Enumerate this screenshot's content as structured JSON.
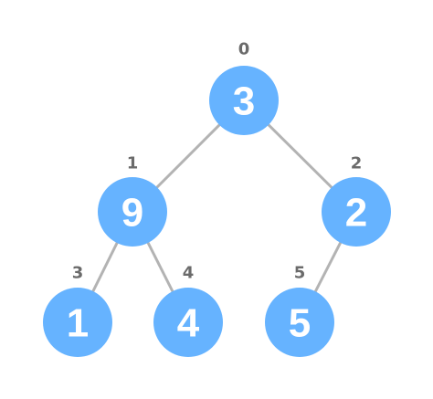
{
  "colors": {
    "node_fill": "#66b3ff",
    "edge": "#b3b3b3",
    "index_text": "#6b6b6b",
    "value_text": "#ffffff"
  },
  "nodes": [
    {
      "index": "0",
      "value": "3"
    },
    {
      "index": "1",
      "value": "9"
    },
    {
      "index": "2",
      "value": "2"
    },
    {
      "index": "3",
      "value": "1"
    },
    {
      "index": "4",
      "value": "4"
    },
    {
      "index": "5",
      "value": "5"
    }
  ],
  "edges": [
    {
      "from": "0",
      "to": "1"
    },
    {
      "from": "0",
      "to": "2"
    },
    {
      "from": "1",
      "to": "3"
    },
    {
      "from": "1",
      "to": "4"
    },
    {
      "from": "2",
      "to": "5"
    }
  ]
}
